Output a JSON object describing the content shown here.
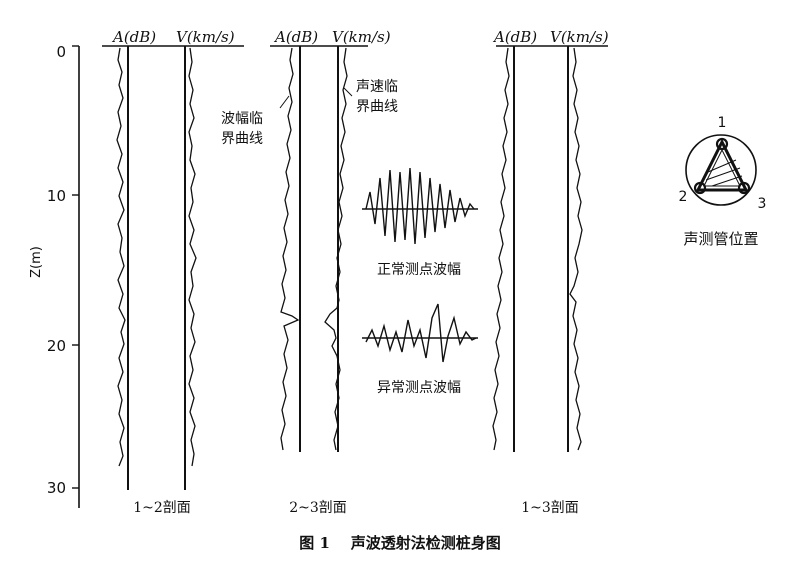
{
  "figure": {
    "caption": "图 1    声波透射法检测桩身图"
  },
  "axis": {
    "label": "Z(m)",
    "ticks": [
      "0",
      "10",
      "20",
      "30"
    ]
  },
  "panels": [
    {
      "name": "1~2剖面",
      "header_a": "A(dB)",
      "header_v": "V(km/s)"
    },
    {
      "name": "2~3剖面",
      "header_a": "A(dB)",
      "header_v": "V(km/s)"
    },
    {
      "name": "1~3剖面",
      "header_a": "A(dB)",
      "header_v": "V(km/s)"
    }
  ],
  "annotations": {
    "amp_critical_line": [
      "波幅临",
      "界曲线"
    ],
    "vel_critical_line": [
      "声速临",
      "界曲线"
    ],
    "normal_wave": "正常测点波幅",
    "abnormal_wave": "异常测点波幅"
  },
  "tube_position": {
    "label": "声测管位置",
    "numbers": [
      "1",
      "2",
      "3"
    ]
  }
}
